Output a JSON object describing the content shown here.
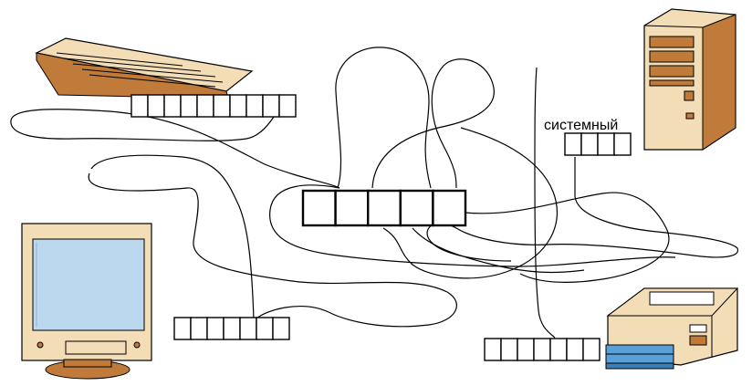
{
  "labels": {
    "system_unit": "системный"
  },
  "answer_grids": [
    {
      "name": "keyboard-answer-grid",
      "cells": 10
    },
    {
      "name": "system-unit-answer-grid",
      "cells": 4
    },
    {
      "name": "center-answer-grid",
      "cells": 5
    },
    {
      "name": "monitor-answer-grid",
      "cells": 7
    },
    {
      "name": "printer-answer-grid",
      "cells": 7
    }
  ],
  "devices": [
    "keyboard-icon",
    "system-unit-icon",
    "monitor-icon",
    "printer-icon"
  ],
  "colors": {
    "device_fill": "#f2ddb6",
    "device_dark": "#c07a3a",
    "screen": "#bcd8ee",
    "tray": "#5aa0d8",
    "line": "#000000"
  }
}
